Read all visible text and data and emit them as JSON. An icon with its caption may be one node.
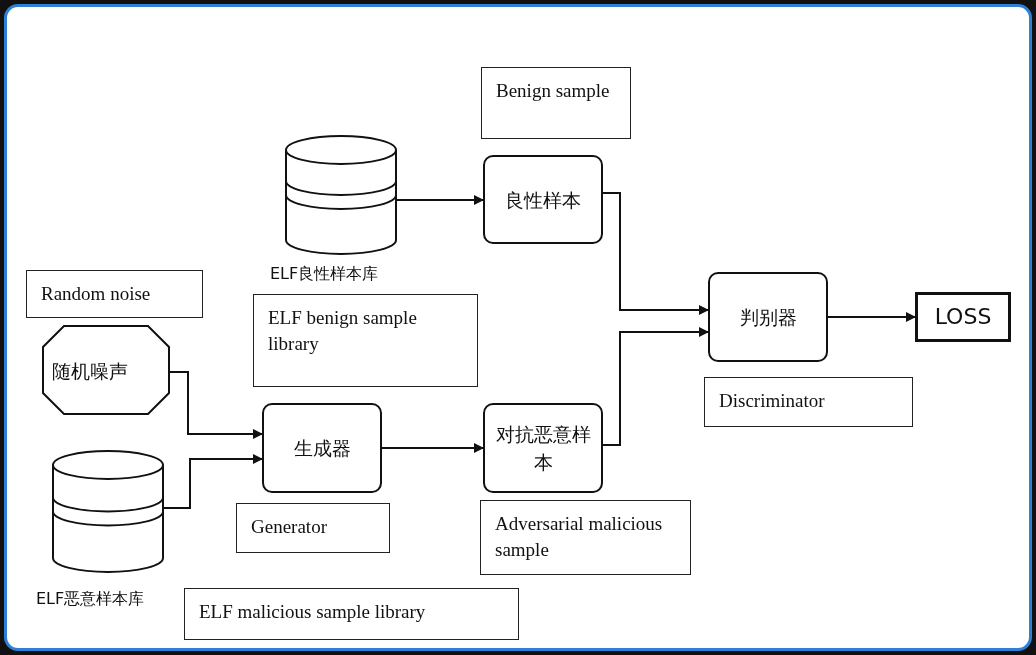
{
  "diagram": {
    "nodes": [
      {
        "text": [
          "Benign sample"
        ]
      },
      {
        "text": [
          "ELF良性样本库"
        ]
      },
      {
        "text": [
          "良性样本"
        ]
      },
      {
        "text": [
          "Random noise"
        ]
      },
      {
        "text": [
          "ELF benign sample library"
        ]
      },
      {
        "text": [
          "随机噪声"
        ]
      },
      {
        "text": [
          "判别器"
        ]
      },
      {
        "text": [
          "LOSS"
        ]
      },
      {
        "text": [
          "生成器"
        ]
      },
      {
        "text": [
          "对抗恶意样本"
        ]
      },
      {
        "text": [
          "Discriminator"
        ]
      },
      {
        "text": [
          "ELF恶意样本库"
        ]
      },
      {
        "text": [
          "Generator"
        ]
      },
      {
        "text": [
          "Adversarial malicious sample"
        ]
      },
      {
        "text": [
          "ELF malicious sample library"
        ]
      }
    ],
    "edges": [
      {
        "from": 1,
        "to": 2,
        "arrow": "to"
      },
      {
        "from": 2,
        "to": 6,
        "arrow": "to"
      },
      {
        "from": 9,
        "to": 6,
        "arrow": "to"
      },
      {
        "from": 6,
        "to": 7,
        "arrow": "to"
      },
      {
        "from": 5,
        "to": 8,
        "arrow": "to"
      },
      {
        "from": 11,
        "to": 8,
        "arrow": "to"
      },
      {
        "from": 8,
        "to": 9,
        "arrow": "to"
      }
    ]
  }
}
